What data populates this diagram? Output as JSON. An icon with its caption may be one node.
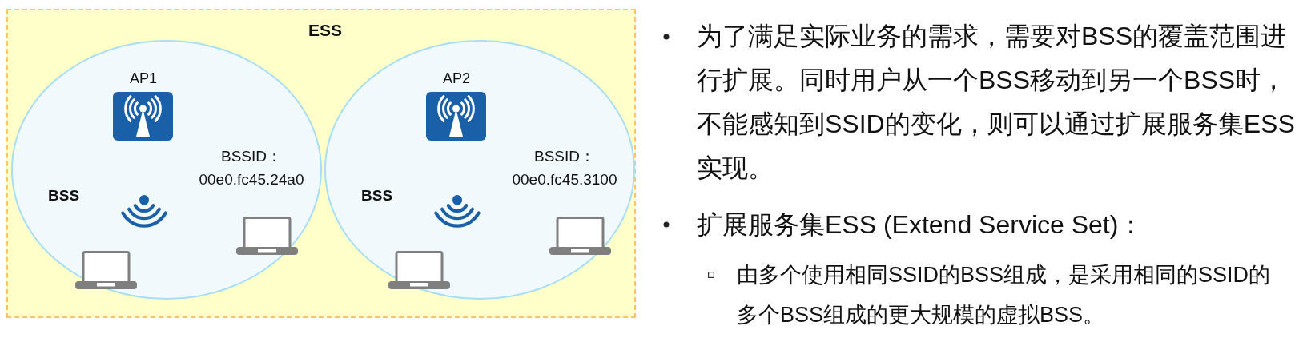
{
  "diagram": {
    "nodes": [
      {
        "text": [
          "ESS"
        ]
      },
      {
        "text": [
          "BSS"
        ],
        "in": 0
      },
      {
        "text": [
          "AP1"
        ],
        "in": 1
      },
      {
        "text": [
          "BSS"
        ],
        "in": 0
      },
      {
        "text": [
          "AP2"
        ],
        "in": 3
      }
    ],
    "labels": [
      "BSSID： 00e0.fc45.24a0",
      "BSSID： 00e0.fc45.3100",
      "为了满足实际业务的需求，需要对BSS的覆盖范围进行扩展。同时用户从一个BSS移动到另一个BSS时，不能感知到SSID的变化，则可以通过扩展服务集ESS实现。",
      "扩展服务集ESS (Extend Service Set)：",
      "由多个使用相同SSID的BSS组成，是采用相同的SSID的多个BSS组成的更大规模的虚拟BSS。"
    ]
  }
}
